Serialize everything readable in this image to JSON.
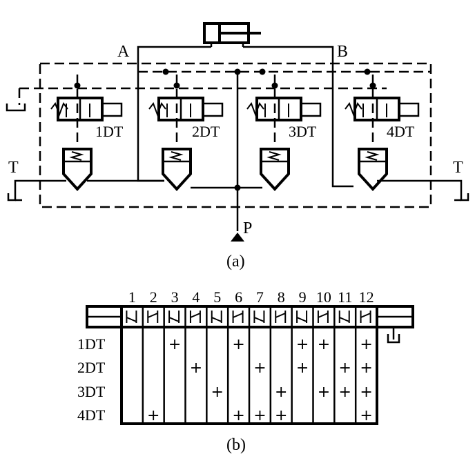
{
  "diagram_a": {
    "port_a": "A",
    "port_b": "B",
    "tank_left": "T",
    "tank_right": "T",
    "pressure": "P",
    "solenoids": [
      "1DT",
      "2DT",
      "3DT",
      "4DT"
    ],
    "caption": "(a)"
  },
  "diagram_b": {
    "columns": [
      "1",
      "2",
      "3",
      "4",
      "5",
      "6",
      "7",
      "8",
      "9",
      "10",
      "11",
      "12"
    ],
    "rows": [
      "1DT",
      "2DT",
      "3DT",
      "4DT"
    ],
    "mark": "+",
    "table": [
      [
        0,
        0,
        1,
        0,
        0,
        1,
        0,
        0,
        1,
        1,
        0,
        1
      ],
      [
        0,
        0,
        0,
        1,
        0,
        0,
        1,
        0,
        1,
        0,
        1,
        1
      ],
      [
        0,
        0,
        0,
        0,
        1,
        0,
        0,
        1,
        0,
        1,
        1,
        1
      ],
      [
        0,
        1,
        0,
        0,
        0,
        1,
        1,
        1,
        0,
        0,
        0,
        1
      ]
    ],
    "caption": "(b)"
  }
}
